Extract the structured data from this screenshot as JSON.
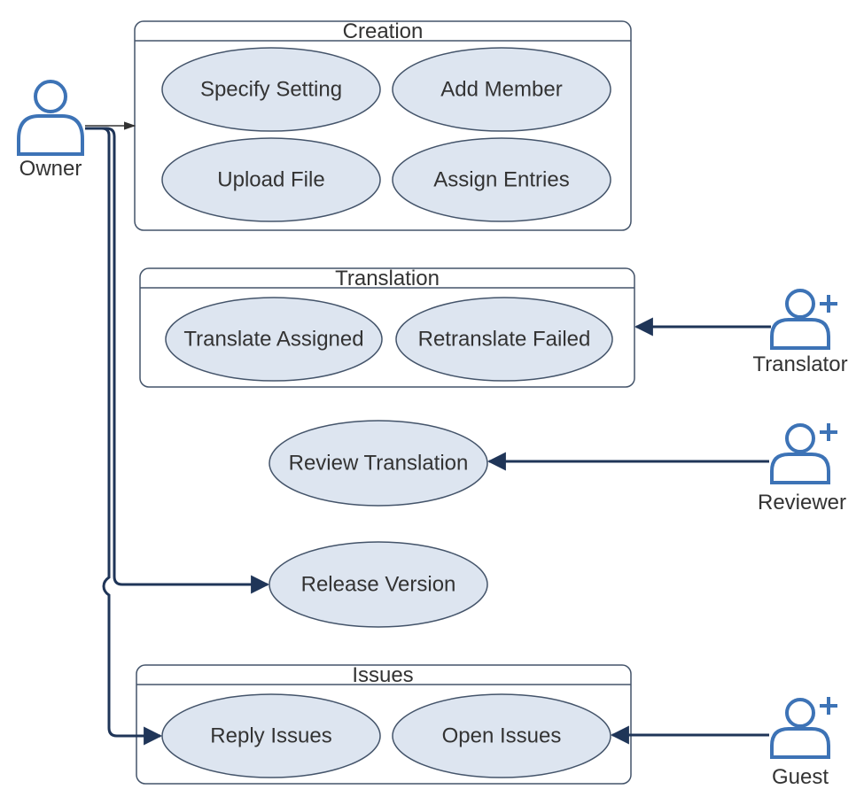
{
  "colors": {
    "usecase_fill": "#dde5f0",
    "edge": "#1f3558",
    "actor": "#3d73b6",
    "package_border": "#44546a",
    "text": "#333333"
  },
  "packages": {
    "creation": {
      "title": "Creation",
      "use_cases": [
        "Specify Setting",
        "Add Member",
        "Upload File",
        "Assign Entries"
      ]
    },
    "translation": {
      "title": "Translation",
      "use_cases": [
        "Translate Assigned",
        "Retranslate Failed"
      ]
    },
    "issues": {
      "title": "Issues",
      "use_cases": [
        "Reply Issues",
        "Open Issues"
      ]
    }
  },
  "standalone_use_cases": {
    "review": "Review Translation",
    "release": "Release Version"
  },
  "actors": {
    "owner": {
      "label": "Owner",
      "icon": "user-icon"
    },
    "translator": {
      "label": "Translator",
      "icon": "add-user-icon"
    },
    "reviewer": {
      "label": "Reviewer",
      "icon": "add-user-icon"
    },
    "guest": {
      "label": "Guest",
      "icon": "add-user-icon"
    }
  },
  "associations": [
    {
      "from": "Owner",
      "to": "Creation"
    },
    {
      "from": "Owner",
      "to": "Release Version"
    },
    {
      "from": "Owner",
      "to": "Reply Issues"
    },
    {
      "from": "Translator",
      "to": "Translation"
    },
    {
      "from": "Reviewer",
      "to": "Review Translation"
    },
    {
      "from": "Guest",
      "to": "Open Issues"
    }
  ]
}
